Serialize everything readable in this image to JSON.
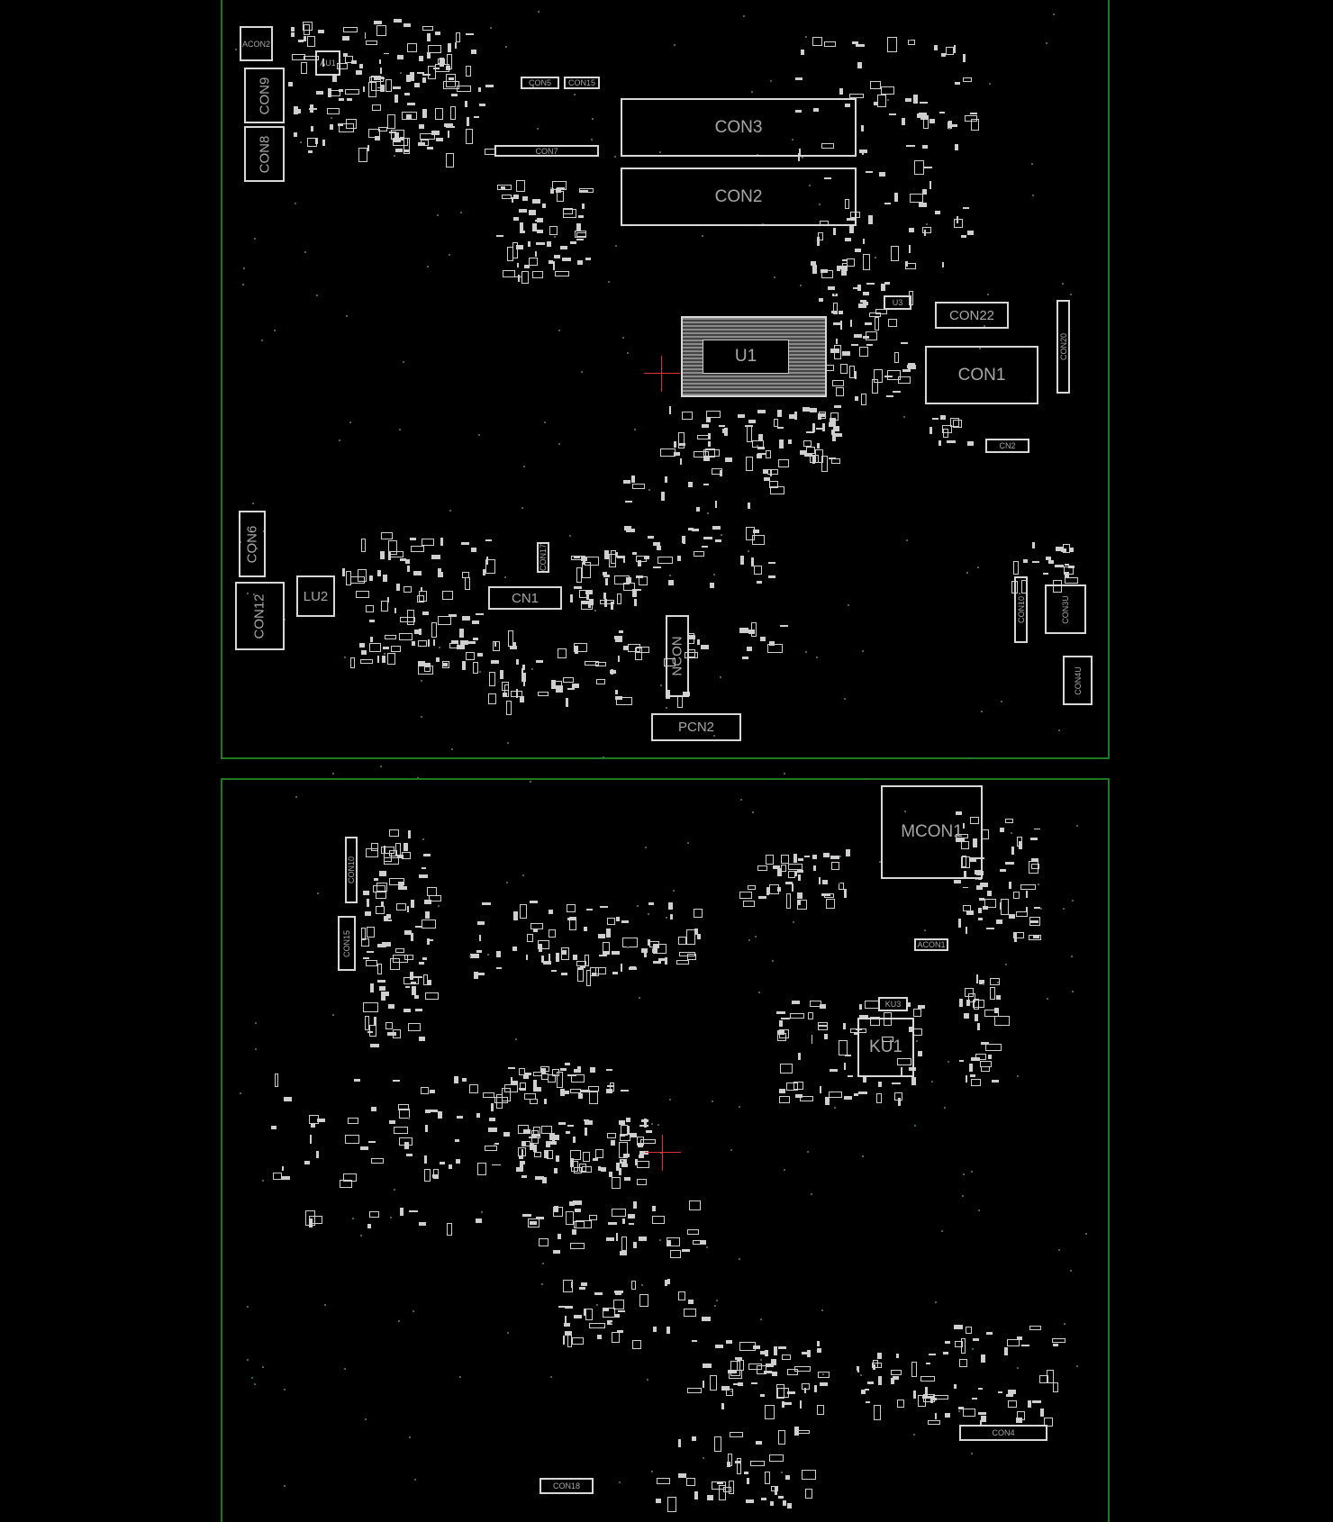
{
  "viewer": {
    "border_color": "#1f7a1f",
    "cursor_color": "#dd3333",
    "silkscreen_color": "#d8d8d8"
  },
  "top_side": {
    "components": {
      "acon2": "ACON2",
      "con9": "CON9",
      "con8": "CON8",
      "au1": "AU1",
      "con5": "CON5",
      "con15": "CON15",
      "con7": "CON7",
      "con3": "CON3",
      "con2": "CON2",
      "u1": "U1",
      "u3": "U3",
      "con22": "CON22",
      "con1": "CON1",
      "con20": "CON20",
      "cn2": "CN2",
      "con6": "CON6",
      "con12": "CON12",
      "lu2": "LU2",
      "cn1": "CN1",
      "con17": "CON17",
      "ncon": "NCON",
      "pcn2": "PCN2",
      "con10": "CON10",
      "con3u": "CON3U",
      "con4u": "CON4U"
    }
  },
  "bottom_side": {
    "components": {
      "mcon1": "MCON1",
      "con10": "CON10",
      "con15": "CON15",
      "acon1": "ACON1",
      "ku3": "KU3",
      "ku1": "KU1",
      "con4": "CON4",
      "con18": "CON18"
    }
  }
}
